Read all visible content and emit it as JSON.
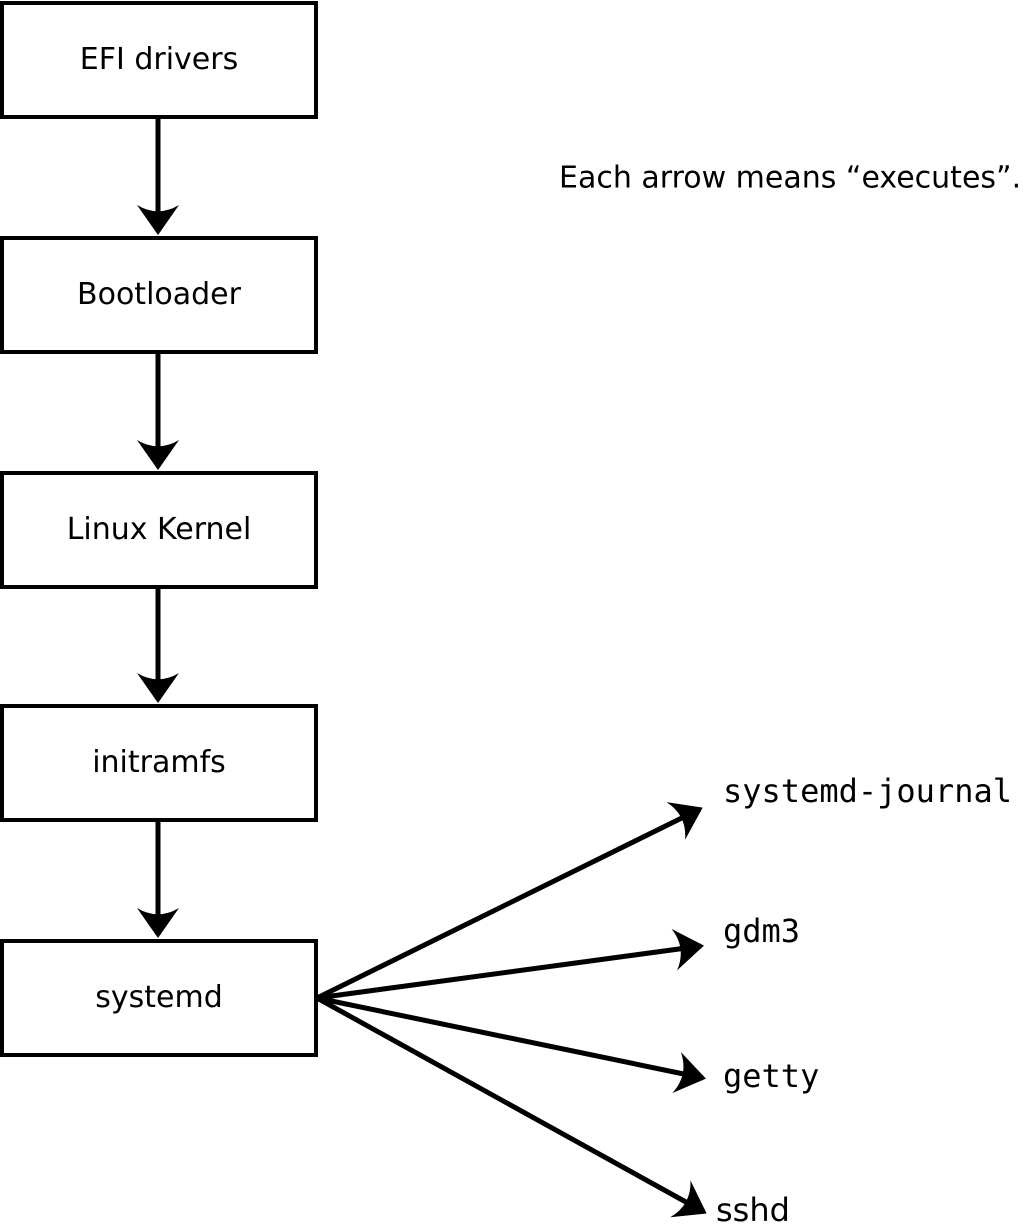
{
  "diagram": {
    "caption": "Each arrow means “executes”.",
    "boot_chain": [
      {
        "label": "EFI drivers"
      },
      {
        "label": "Bootloader"
      },
      {
        "label": "Linux Kernel"
      },
      {
        "label": "initramfs"
      },
      {
        "label": "systemd"
      }
    ],
    "spawned_processes": [
      {
        "label": "systemd-journal"
      },
      {
        "label": "gdm3"
      },
      {
        "label": "getty"
      },
      {
        "label": "sshd"
      }
    ],
    "colors": {
      "stroke": "#000000",
      "box_fill": "#ffffff",
      "background": "#ffffff",
      "text": "#000000"
    }
  }
}
